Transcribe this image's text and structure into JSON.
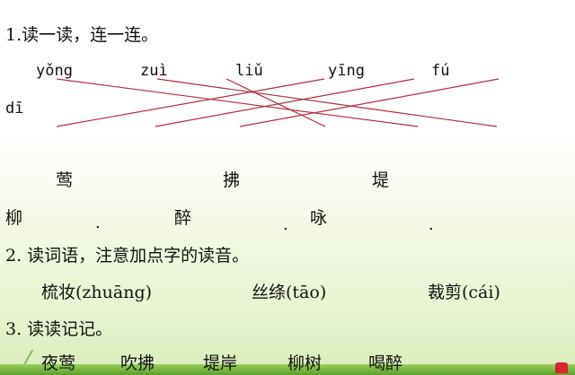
{
  "q1": {
    "title": "1.读一读，连一连。",
    "pinyin": [
      "yǒng",
      "zuì",
      "liǔ",
      "yīng",
      "fú",
      "dī"
    ],
    "chars": [
      "莺",
      "拂",
      "堤",
      "柳",
      "醉",
      "咏"
    ],
    "dots": [
      ".",
      ".",
      "."
    ],
    "line_color": "#b03040"
  },
  "q2": {
    "title": "2. 读词语，注意加点字的读音。",
    "words": [
      "梳妆(zhuāng)",
      "丝绦(tāo)",
      "裁剪(cái)"
    ]
  },
  "q3": {
    "title": "3. 读读记记。",
    "words": [
      "夜莺",
      "吹拂",
      "堤岸",
      "柳树",
      "喝醉"
    ]
  }
}
